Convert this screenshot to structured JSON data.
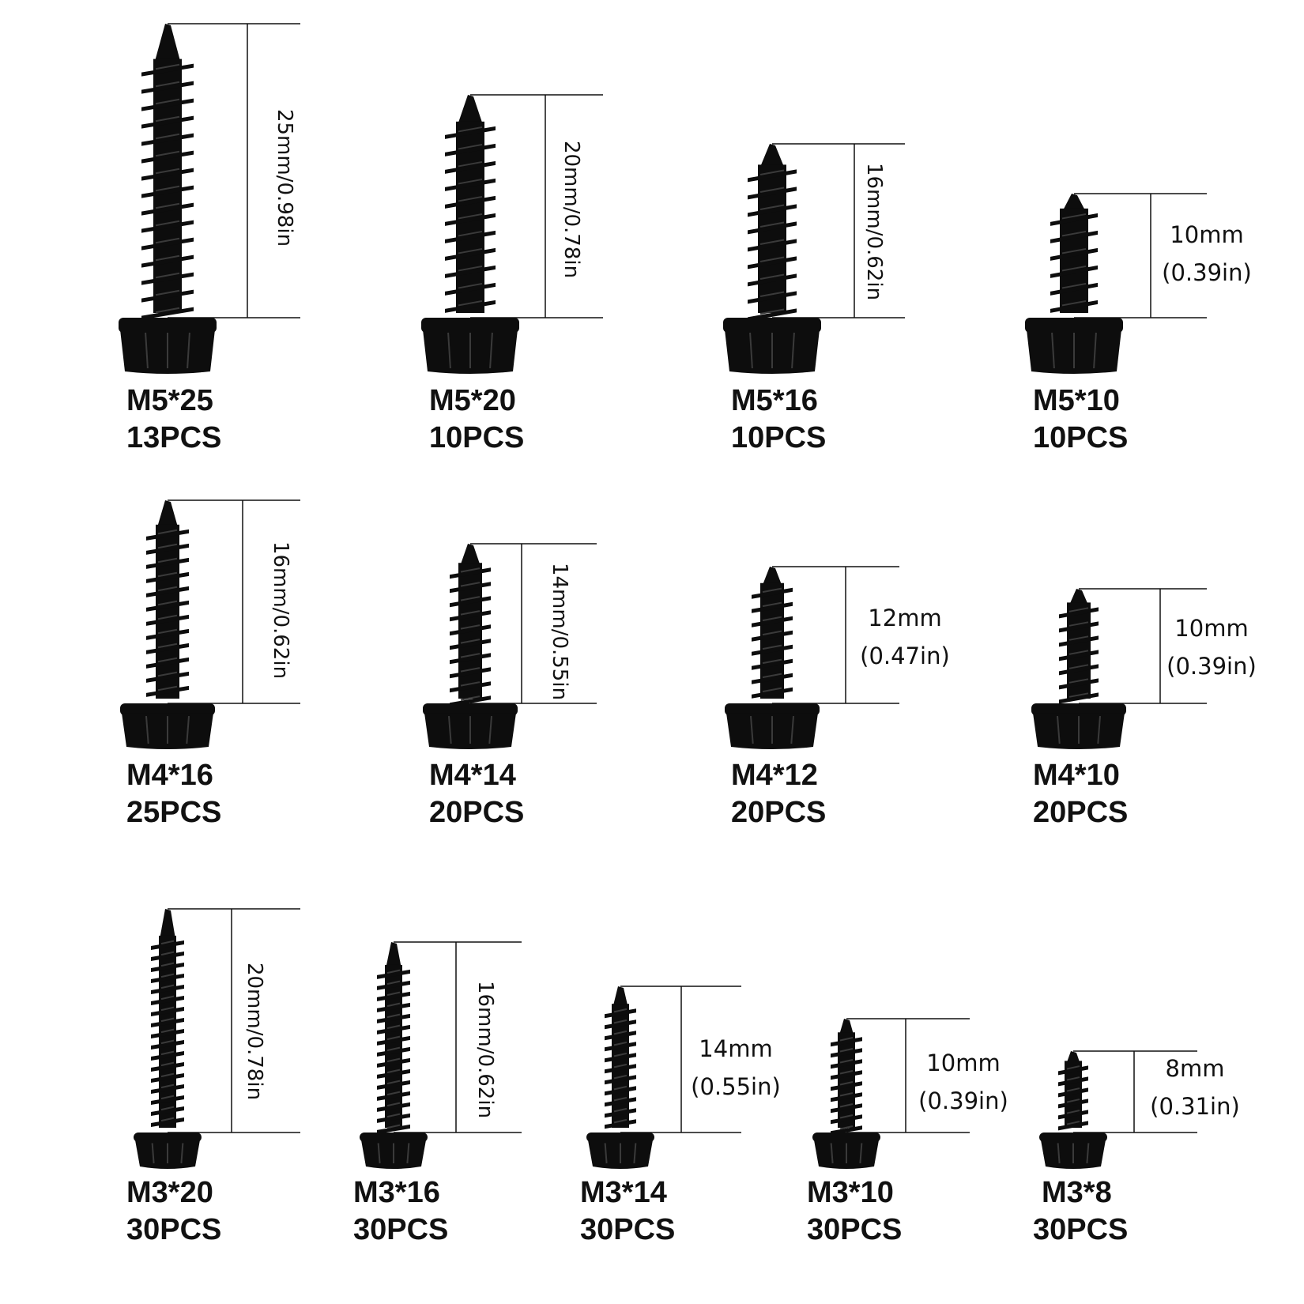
{
  "palette": {
    "background": "#ffffff",
    "screw": "#0d0d0d",
    "thread_highlight": "#3a3a3a",
    "dimension_line": "#111111",
    "text": "#111111"
  },
  "screws": [
    {
      "size": "M5*25",
      "quantity": "13PCS",
      "length_text": "25mm/0.98in",
      "length_mm": 25
    },
    {
      "size": "M5*20",
      "quantity": "10PCS",
      "length_text": "20mm/0.78in",
      "length_mm": 20
    },
    {
      "size": "M5*16",
      "quantity": "10PCS",
      "length_text": "16mm/0.62in",
      "length_mm": 16
    },
    {
      "size": "M5*10",
      "quantity": "10PCS",
      "length_mm_text": "10mm",
      "length_in_text": "(0.39in)",
      "length_mm": 10
    },
    {
      "size": "M4*16",
      "quantity": "25PCS",
      "length_text": "16mm/0.62in",
      "length_mm": 16
    },
    {
      "size": "M4*14",
      "quantity": "20PCS",
      "length_text": "14mm/0.55in",
      "length_mm": 14
    },
    {
      "size": "M4*12",
      "quantity": "20PCS",
      "length_mm_text": "12mm",
      "length_in_text": "(0.47in)",
      "length_mm": 12
    },
    {
      "size": "M4*10",
      "quantity": "20PCS",
      "length_mm_text": "10mm",
      "length_in_text": "(0.39in)",
      "length_mm": 10
    },
    {
      "size": "M3*20",
      "quantity": "30PCS",
      "length_text": "20mm/0.78in",
      "length_mm": 20
    },
    {
      "size": "M3*16",
      "quantity": "30PCS",
      "length_text": "16mm/0.62in",
      "length_mm": 16
    },
    {
      "size": "M3*14",
      "quantity": "30PCS",
      "length_mm_text": "14mm",
      "length_in_text": "(0.55in)",
      "length_mm": 14
    },
    {
      "size": "M3*10",
      "quantity": "30PCS",
      "length_mm_text": "10mm",
      "length_in_text": "(0.39in)",
      "length_mm": 10
    },
    {
      "size": "M3*8",
      "quantity": "30PCS",
      "length_mm_text": "8mm",
      "length_in_text": "(0.31in)",
      "length_mm": 8
    }
  ]
}
